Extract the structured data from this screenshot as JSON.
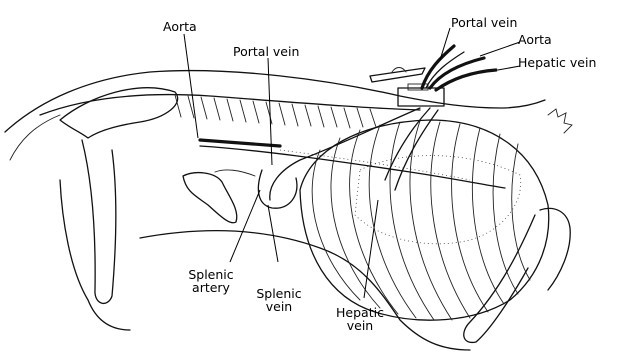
{
  "figure": {
    "labels": {
      "aorta_left": "Aorta",
      "portal_vein_mid": "Portal vein",
      "portal_vein_top": "Portal vein",
      "aorta_right": "Aorta",
      "hepatic_vein_top": "Hepatic vein",
      "splenic_artery_line1": "Splenic",
      "splenic_artery_line2": "artery",
      "splenic_vein_line1": "Splenic",
      "splenic_vein_line2": "vein",
      "hepatic_vein_bottom_line1": "Hepatic",
      "hepatic_vein_bottom_line2": "vein"
    }
  }
}
